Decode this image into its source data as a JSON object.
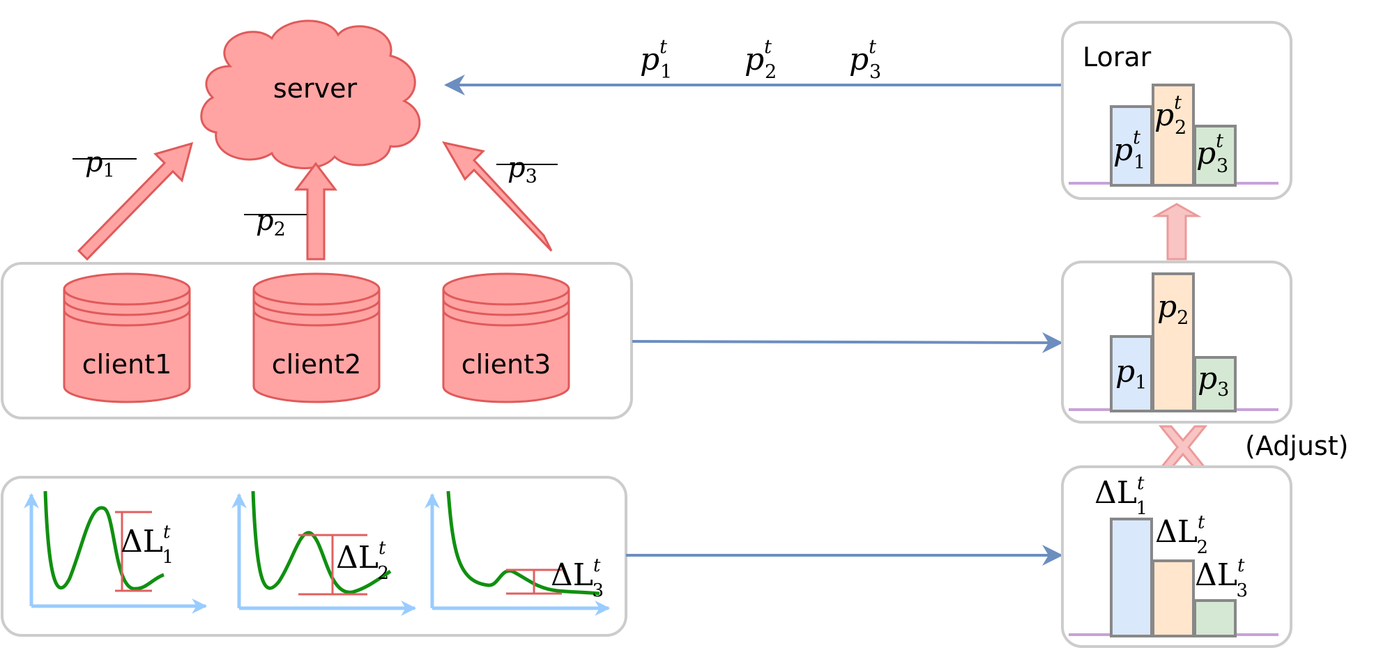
{
  "server": {
    "label": "server"
  },
  "clients": [
    {
      "label": "client1"
    },
    {
      "label": "client2"
    },
    {
      "label": "client3"
    }
  ],
  "upload_labels": [
    {
      "var": "p",
      "sub": "1"
    },
    {
      "var": "p",
      "sub": "2"
    },
    {
      "var": "p",
      "sub": "3"
    }
  ],
  "return_labels": [
    {
      "var": "p",
      "sub": "1",
      "sup": "t"
    },
    {
      "var": "p",
      "sub": "2",
      "sup": "t"
    },
    {
      "var": "p",
      "sub": "3",
      "sup": "t"
    }
  ],
  "lorar_panel": {
    "title": "Lorar",
    "bars": [
      {
        "var": "p",
        "sub": "1",
        "sup": "t",
        "fill": "#dae8fc"
      },
      {
        "var": "p",
        "sub": "2",
        "sup": "t",
        "fill": "#ffe6cc"
      },
      {
        "var": "p",
        "sub": "3",
        "sup": "t",
        "fill": "#d5e8d4"
      }
    ]
  },
  "prior_panel": {
    "bars": [
      {
        "var": "p",
        "sub": "1",
        "fill": "#dae8fc"
      },
      {
        "var": "p",
        "sub": "2",
        "fill": "#ffe6cc"
      },
      {
        "var": "p",
        "sub": "3",
        "fill": "#d5e8d4"
      }
    ]
  },
  "loss_panel": {
    "bars": [
      {
        "var": "ΔL",
        "sub": "1",
        "sup": "t",
        "fill": "#dae8fc"
      },
      {
        "var": "ΔL",
        "sub": "2",
        "sup": "t",
        "fill": "#ffe6cc"
      },
      {
        "var": "ΔL",
        "sub": "3",
        "sup": "t",
        "fill": "#d5e8d4"
      }
    ]
  },
  "adjust_label": "(Adjust)",
  "loss_curves": [
    {
      "delta": "ΔL",
      "sub": "1",
      "sup": "t"
    },
    {
      "delta": "ΔL",
      "sub": "2",
      "sup": "t"
    },
    {
      "delta": "ΔL",
      "sub": "3",
      "sup": "t"
    }
  ],
  "colors": {
    "red_fill": "#ffa3a3",
    "red_stroke": "#e05a5a",
    "blue_arrow": "#6c8ebf",
    "axis_blue": "#99ccff",
    "curve_green": "#109010",
    "panel_border": "#cccccc"
  }
}
